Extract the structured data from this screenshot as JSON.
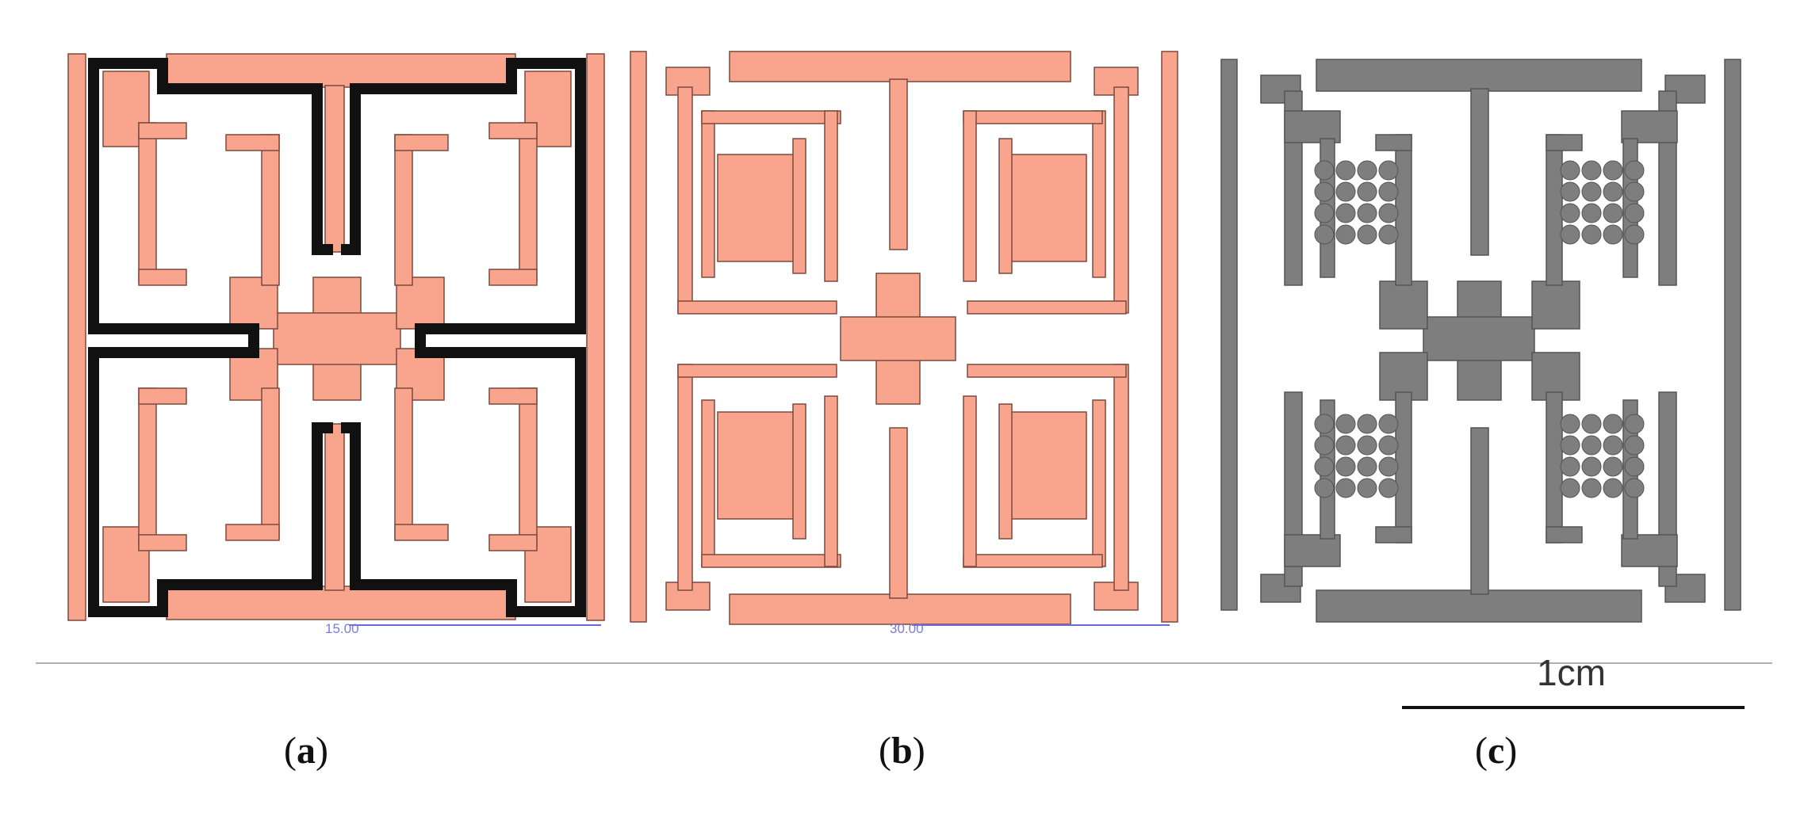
{
  "panels": [
    {
      "id": "a",
      "label_open": "(",
      "label_letter": "a",
      "label_close": ")",
      "dimension_text": "15.00"
    },
    {
      "id": "b",
      "label_open": "(",
      "label_letter": "b",
      "label_close": ")",
      "dimension_text": "30.00"
    },
    {
      "id": "c",
      "label_open": "(",
      "label_letter": "c",
      "label_close": ")"
    }
  ],
  "scale_bar": {
    "text": "1cm"
  },
  "colors": {
    "copper": "#F9A58E",
    "copper_stroke": "#7a4a3e",
    "outline": "#111111",
    "gray": "#7E7E7E",
    "gray_stroke": "#555555",
    "dimension_line": "#6a6ad8",
    "baseline": "#b0b0b0"
  }
}
